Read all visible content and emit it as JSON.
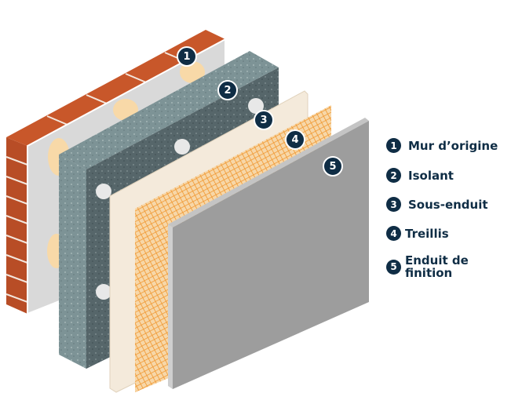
{
  "legend": [
    {
      "number": "1",
      "label": "Mur d’origine"
    },
    {
      "number": "2",
      "label": "Isolant"
    },
    {
      "number": "3",
      "label": "Sous-enduit"
    },
    {
      "number": "4",
      "label": "Treillis"
    },
    {
      "number": "5",
      "label": "Enduit de finition"
    }
  ],
  "colors": {
    "navy": "#0f2d45",
    "brick": "#c8572a",
    "mesh": "#f0a040",
    "insulation": "#5b6b6b",
    "render": "#9d9d9d"
  }
}
